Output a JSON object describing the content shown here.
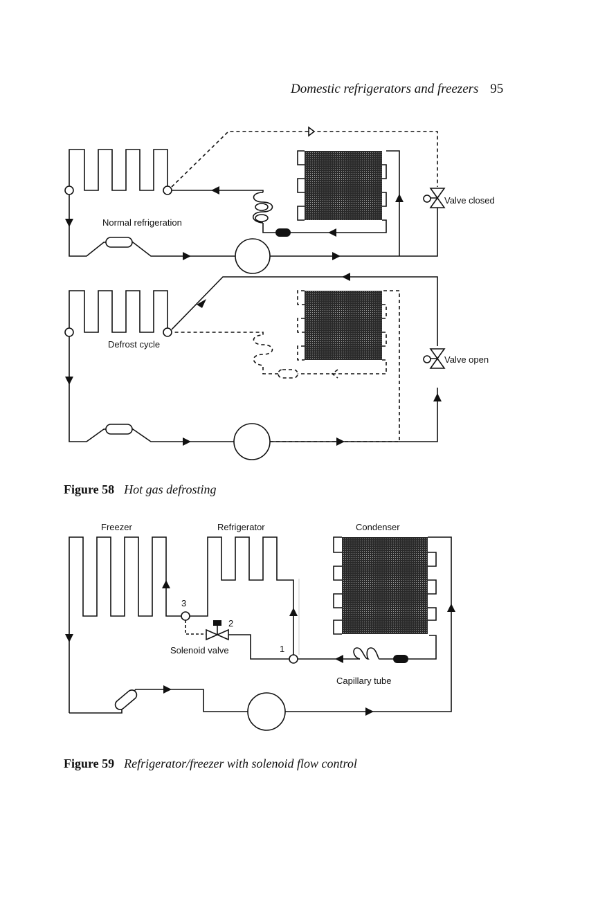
{
  "running_head": {
    "title": "Domestic refrigerators and freezers",
    "page_number": "95"
  },
  "figure58": {
    "number": "Figure 58",
    "caption": "Hot gas defrosting",
    "panel_top": {
      "mode_label": "Normal refrigeration",
      "valve_label": "Valve closed"
    },
    "panel_bottom": {
      "mode_label": "Defrost cycle",
      "valve_label": "Valve open"
    }
  },
  "figure59": {
    "number": "Figure 59",
    "caption": "Refrigerator/freezer with solenoid flow control",
    "labels": {
      "freezer": "Freezer",
      "refrigerator": "Refrigerator",
      "condenser": "Condenser",
      "solenoid_valve": "Solenoid valve",
      "capillary_tube": "Capillary tube",
      "point_1": "1",
      "point_2": "2",
      "point_3": "3"
    }
  }
}
